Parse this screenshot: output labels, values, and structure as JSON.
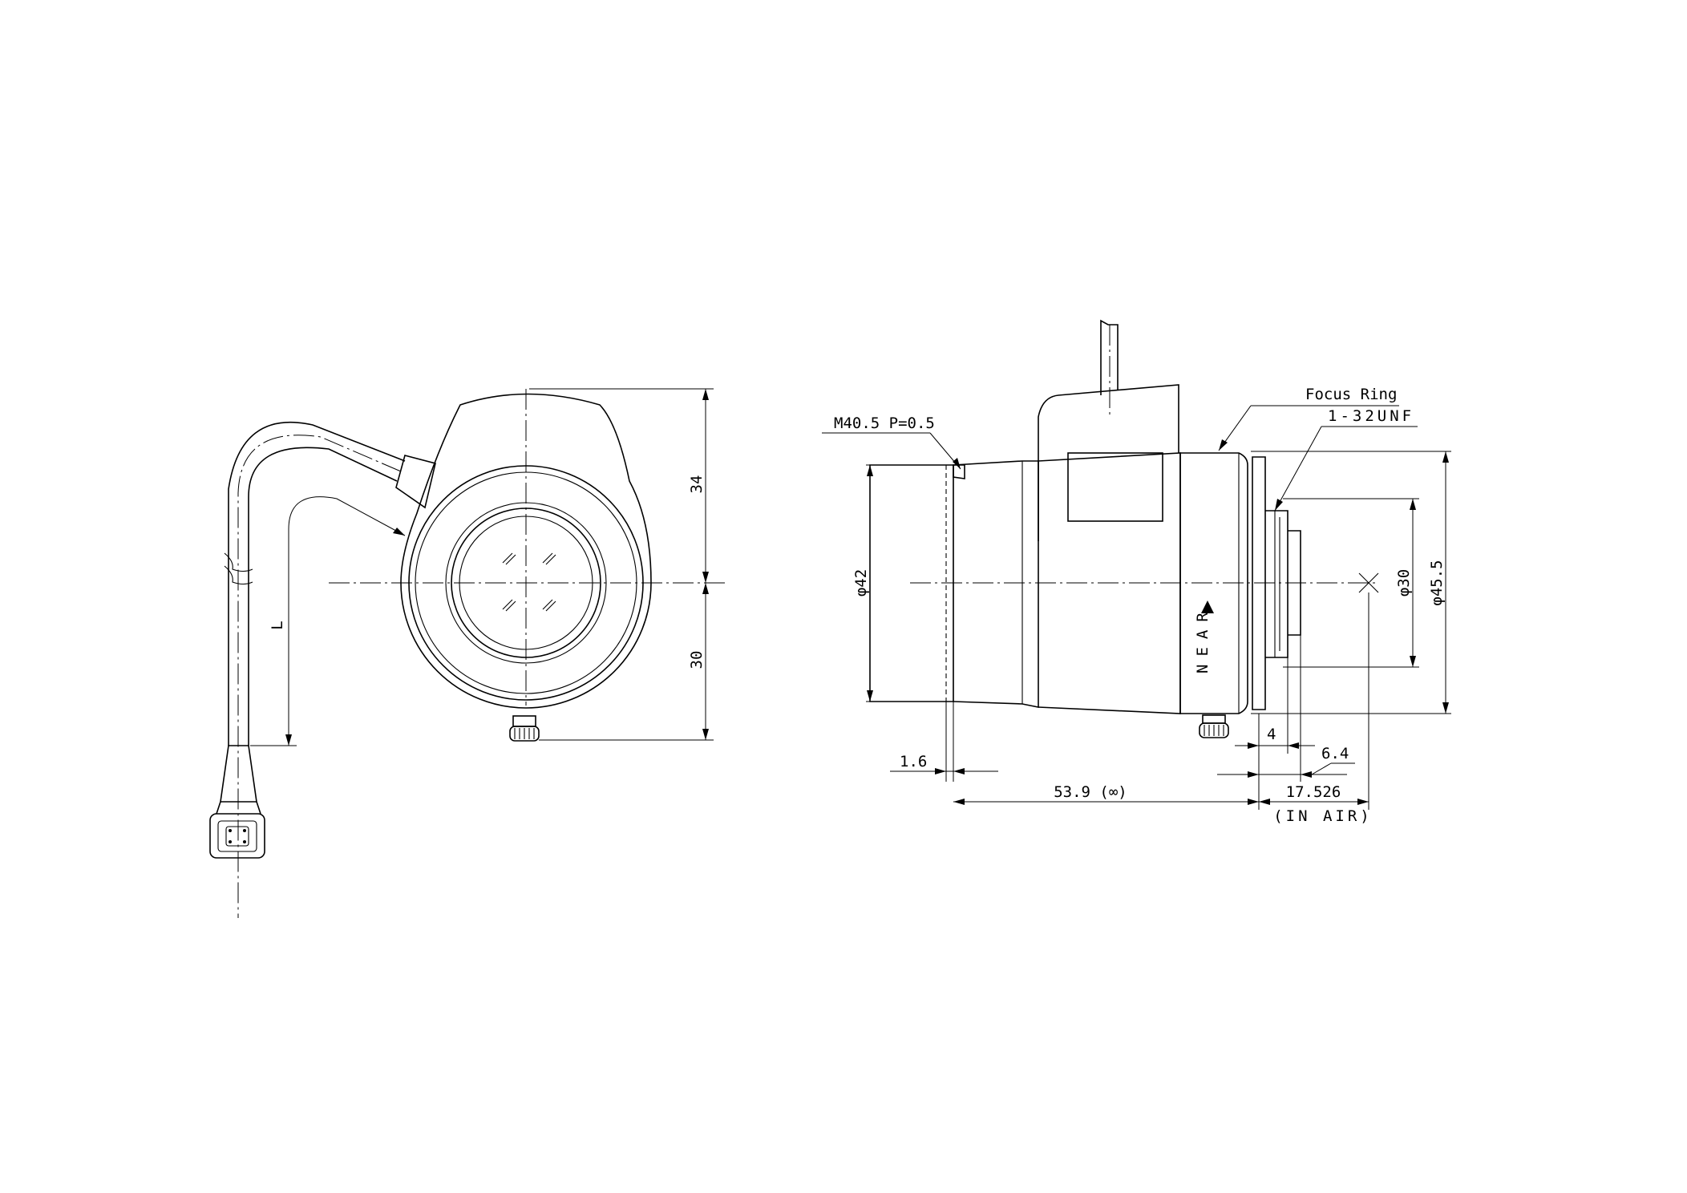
{
  "front_view": {
    "dim_top": "34",
    "dim_bottom": "30",
    "dim_cable": "L"
  },
  "side_view": {
    "thread_note": "M40.5 P=0.5",
    "focus_ring_label": "Focus Ring",
    "mount_note": "1-32UNF",
    "near_marking": "NEAR",
    "dia_front": "φ42",
    "dia_rear": "φ30",
    "dia_body": "φ45.5",
    "dim_flange": "1.6",
    "dim_length": "53.9 (∞)",
    "dim_mount": "4",
    "dim_thread": "6.4",
    "dim_back_focus": "17.526",
    "dim_back_focus_note": "(IN AIR)"
  }
}
